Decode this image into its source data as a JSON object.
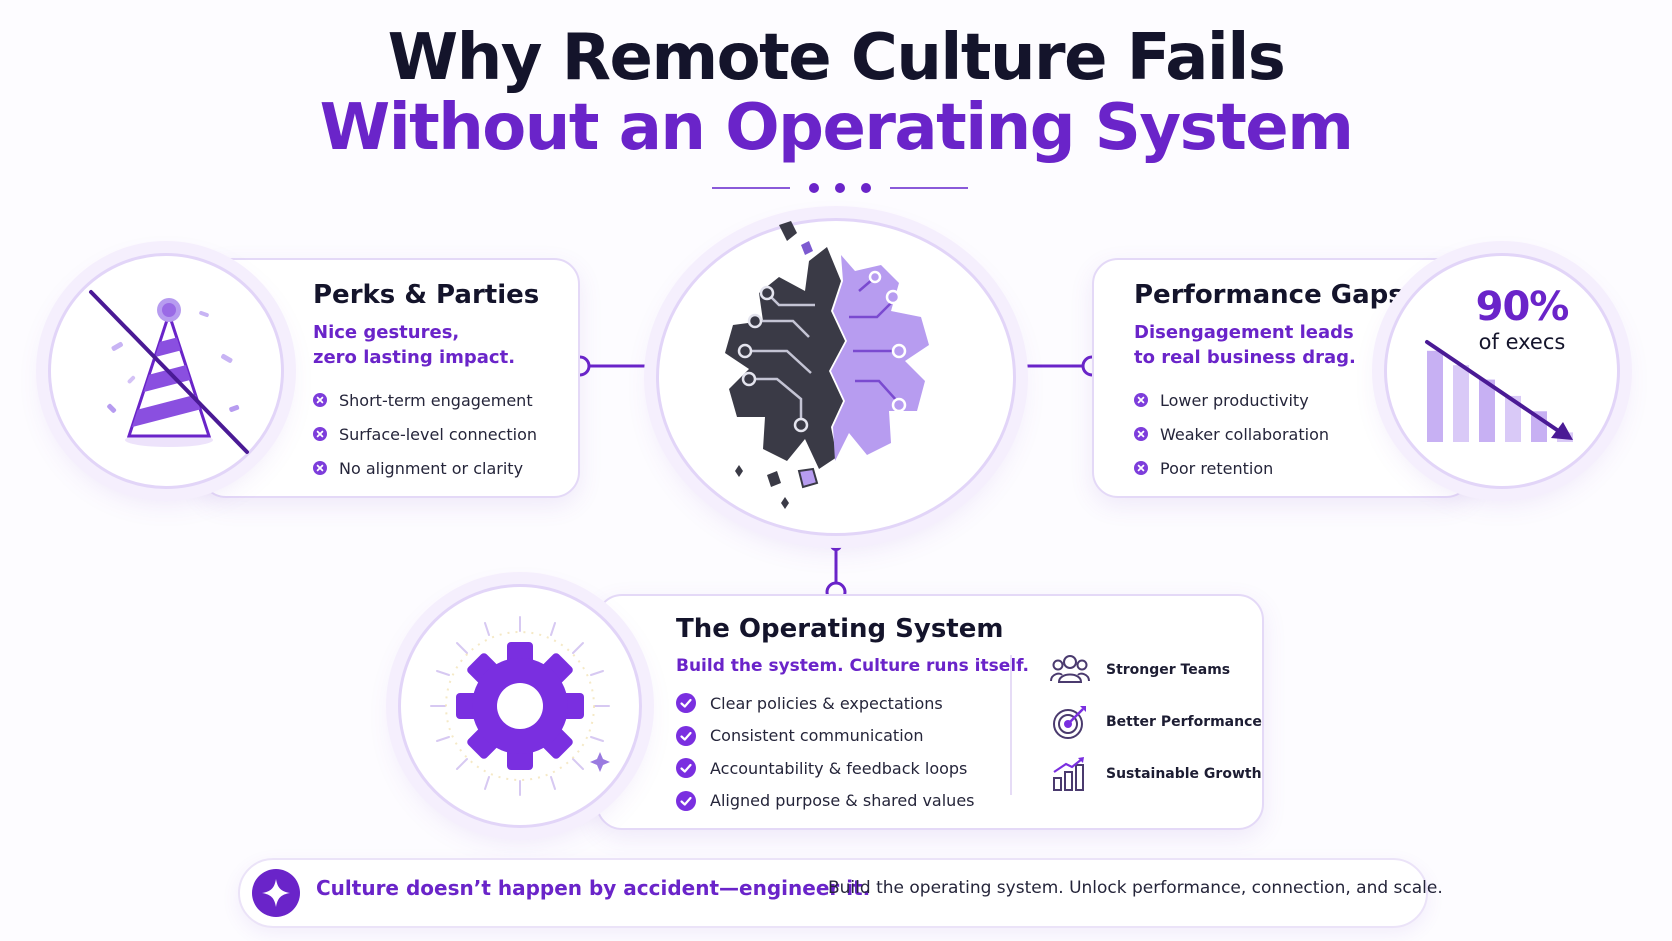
{
  "title": {
    "line1": "Why Remote Culture Fails",
    "line2": "Without an Operating System"
  },
  "colors": {
    "accent": "#6a24c9",
    "accent_light": "#b79cf0",
    "dark": "#14142b",
    "gear_dark": "#3a3a46"
  },
  "perks": {
    "title": "Perks & Parties",
    "subtitle_line1": "Nice gestures,",
    "subtitle_line2": "zero lasting impact.",
    "icon": "party-hat-icon",
    "items": [
      "Short-term engagement",
      "Surface-level connection",
      "No alignment or clarity"
    ]
  },
  "center": {
    "icon": "broken-gear-circuit-icon"
  },
  "performance": {
    "title": "Performance Gaps",
    "subtitle_line1": "Disengagement leads",
    "subtitle_line2": "to real business drag.",
    "items": [
      "Lower productivity",
      "Weaker collaboration",
      "Poor retention"
    ],
    "stat_value": "90%",
    "stat_label": "of execs",
    "icon": "declining-bar-chart-icon",
    "bar_levels": [
      0.95,
      0.8,
      0.65,
      0.48,
      0.32,
      0.1
    ]
  },
  "operating": {
    "title": "The Operating System",
    "subtitle": "Build the system. Culture runs itself.",
    "icon": "gear-icon",
    "items": [
      "Clear policies & expectations",
      "Consistent communication",
      "Accountability & feedback loops",
      "Aligned purpose & shared values"
    ],
    "benefits": [
      {
        "label": "Stronger Teams",
        "icon": "team-icon"
      },
      {
        "label": "Better Performance",
        "icon": "target-icon"
      },
      {
        "label": "Sustainable Growth",
        "icon": "growth-chart-icon"
      }
    ]
  },
  "banner": {
    "icon": "sparkle-icon",
    "strong": "Culture doesn’t happen by accident—engineer it.",
    "text": "Build the operating system. Unlock performance, connection, and scale."
  }
}
